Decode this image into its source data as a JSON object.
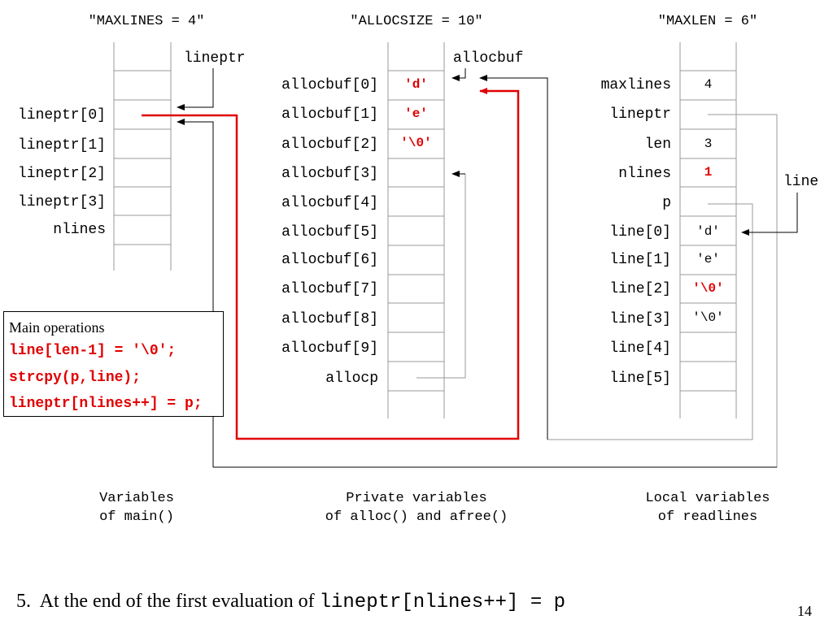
{
  "headers": {
    "main": "\"MAXLINES = 4\"",
    "alloc": "\"ALLOCSIZE = 10\"",
    "readlines": "\"MAXLEN = 6\""
  },
  "main_vars": {
    "lineptr_label": "lineptr",
    "labels": [
      "lineptr[0]",
      "lineptr[1]",
      "lineptr[2]",
      "lineptr[3]",
      "nlines"
    ]
  },
  "alloc_vars": {
    "allocbuf_label": "allocbuf",
    "labels": [
      "allocbuf[0]",
      "allocbuf[1]",
      "allocbuf[2]",
      "allocbuf[3]",
      "allocbuf[4]",
      "allocbuf[5]",
      "allocbuf[6]",
      "allocbuf[7]",
      "allocbuf[8]",
      "allocbuf[9]",
      "allocp"
    ],
    "values": [
      "'d'",
      "'e'",
      "'\\0'"
    ]
  },
  "readlines_vars": {
    "line_label": "line",
    "labels": [
      "maxlines",
      "lineptr",
      "len",
      "nlines",
      "p",
      "line[0]",
      "line[1]",
      "line[2]",
      "line[3]",
      "line[4]",
      "line[5]"
    ],
    "values": {
      "maxlines": "4",
      "len": "3",
      "nlines": "1",
      "line0": "'d'",
      "line1": "'e'",
      "line2": "'\\0'",
      "line3": "'\\0'"
    }
  },
  "operations": {
    "title": "Main operations",
    "items": [
      "line[len-1] = '\\0';",
      "strcpy(p,line);",
      "lineptr[nlines++] = p;"
    ]
  },
  "captions": {
    "main": "Variables\nof main()",
    "alloc": "Private variables\nof alloc() and afree()",
    "readlines": "Local variables\nof readlines"
  },
  "footer": {
    "step_text": "5.  At the end of the first evaluation of ",
    "step_code": "lineptr[nlines++] = p",
    "page_number": "14"
  },
  "colors": {
    "highlight": "#e00000",
    "line": "#000000",
    "grid": "#999999"
  }
}
